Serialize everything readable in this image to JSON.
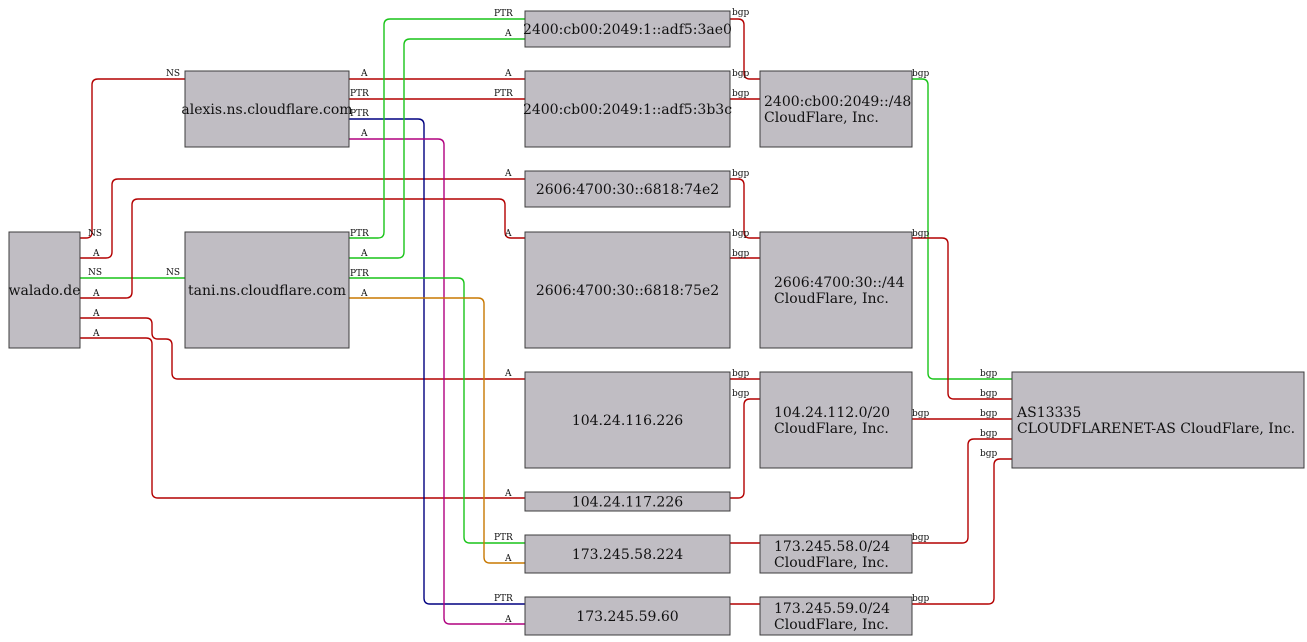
{
  "colors": {
    "red": "#b30000",
    "green": "#19c419",
    "blue": "#000080",
    "magenta": "#b0007f",
    "orange": "#c87800"
  },
  "nodes": {
    "walado": "walado.de",
    "alexis": "alexis.ns.cloudflare.com",
    "tani": "tani.ns.cloudflare.com",
    "ip6_ae0": "2400:cb00:2049:1::adf5:3ae0",
    "ip6_b3c": "2400:cb00:2049:1::adf5:3b3c",
    "ip6_74e2": "2606:4700:30::6818:74e2",
    "ip6_75e2": "2606:4700:30::6818:75e2",
    "ip4_116": "104.24.116.226",
    "ip4_117": "104.24.117.226",
    "ip4_58": "173.245.58.224",
    "ip4_59": "173.245.59.60",
    "pfx_2400": [
      "2400:cb00:2049::/48",
      "CloudFlare, Inc."
    ],
    "pfx_2606": [
      "2606:4700:30::/44",
      "CloudFlare, Inc."
    ],
    "pfx_104": [
      "104.24.112.0/20",
      "CloudFlare, Inc."
    ],
    "pfx_173_58": [
      "173.245.58.0/24",
      "CloudFlare, Inc."
    ],
    "pfx_173_59": [
      "173.245.59.0/24",
      "CloudFlare, Inc."
    ],
    "as": [
      "AS13335",
      "CLOUDFLARENET-AS CloudFlare, Inc."
    ]
  },
  "edge_labels": {
    "ns": "NS",
    "a": "A",
    "ptr": "PTR",
    "bgp": "bgp"
  }
}
